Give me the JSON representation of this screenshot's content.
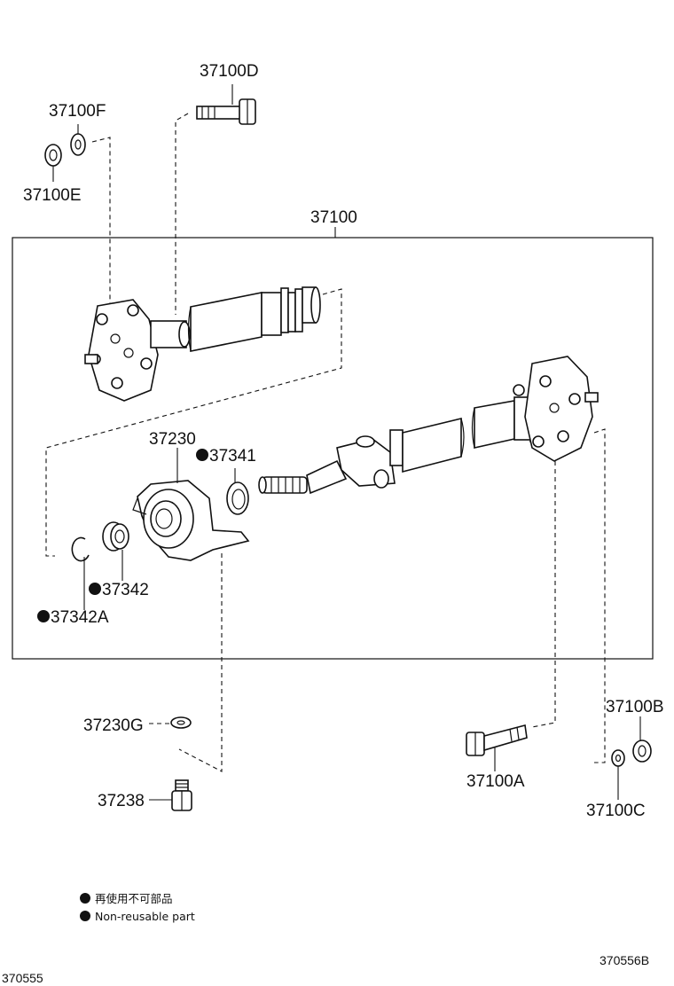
{
  "labels": {
    "p37100D": "37100D",
    "p37100F": "37100F",
    "p37100E": "37100E",
    "p37100": "37100",
    "p37230": "37230",
    "p37341": "37341",
    "p37342": "37342",
    "p37342A": "37342A",
    "p37230G": "37230G",
    "p37238": "37238",
    "p37100A": "37100A",
    "p37100B": "37100B",
    "p37100C": "37100C"
  },
  "legend": {
    "jp": "再使用不可部品",
    "en": "Non-reusable part"
  },
  "codes": {
    "left": "370555",
    "right": "370556B"
  },
  "colors": {
    "ink": "#111111",
    "background": "#ffffff"
  }
}
